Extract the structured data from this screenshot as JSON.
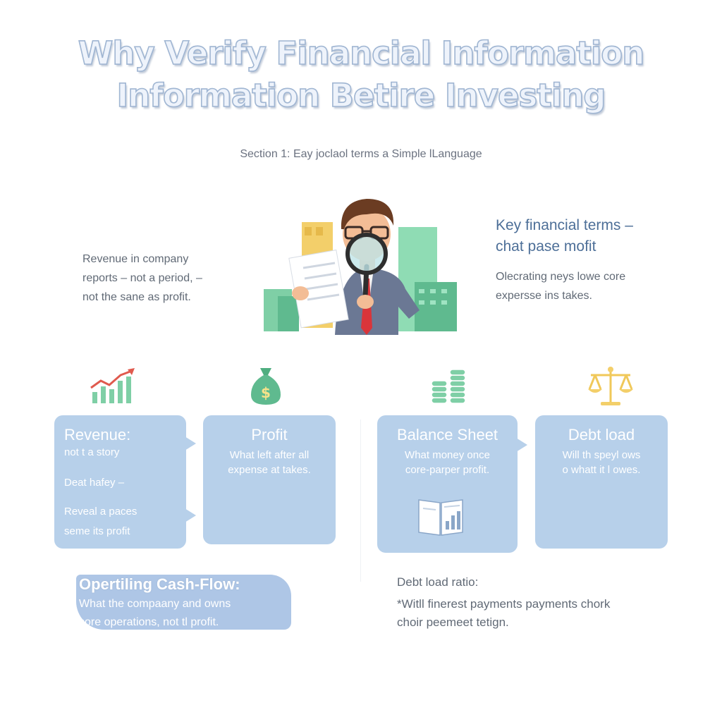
{
  "title": {
    "line1": "Why Verify Financial Information",
    "line2": "Information Betire Investing"
  },
  "subtitle": "Section 1: Eay joclaol terms a Simple lLanguage",
  "left_note": {
    "lines": [
      "Revenue in company",
      "reports – not a period, –",
      "not the sane as profit."
    ]
  },
  "key_terms": {
    "title_lines": [
      "Key financial terms –",
      "chat pase mofit"
    ],
    "body_lines": [
      "Olecrating neys lowe core",
      "expersse ins takes."
    ]
  },
  "icons": [
    "growth-chart-icon",
    "money-bag-icon",
    "coin-stack-icon",
    "scales-icon",
    "open-book-chart-icon",
    "magnifier-man-illustration"
  ],
  "cards": {
    "revenue": {
      "title": "Revenue:",
      "lines": [
        "not t a story",
        "Deat hafey –",
        "Reveal a paces",
        "seme its profit"
      ]
    },
    "profit": {
      "title": "Profit",
      "lines": [
        "What left after all",
        "expense at takes."
      ]
    },
    "balance": {
      "title": "Balance Sheet",
      "lines": [
        "What money once",
        "core-parper profit."
      ]
    },
    "debt": {
      "title": "Debt load",
      "lines": [
        "Will th speyl ows",
        "o whatt it l owes."
      ]
    }
  },
  "cash_flow": {
    "title": "Opertiling Cash-Flow:",
    "lines": [
      "What the compaany and owns",
      "sore operations, not tl profit."
    ]
  },
  "debt_ratio": {
    "title": "Debt load ratio:",
    "lines": [
      "*Witll finerest payments payments chork",
      "choir peemeet tetign."
    ]
  },
  "colors": {
    "card_bg": "#b7d0ea",
    "accent_green": "#5fba8f",
    "accent_yellow": "#f3cf6a",
    "accent_red": "#e05a4e",
    "title_stroke": "#9fb5d2"
  }
}
